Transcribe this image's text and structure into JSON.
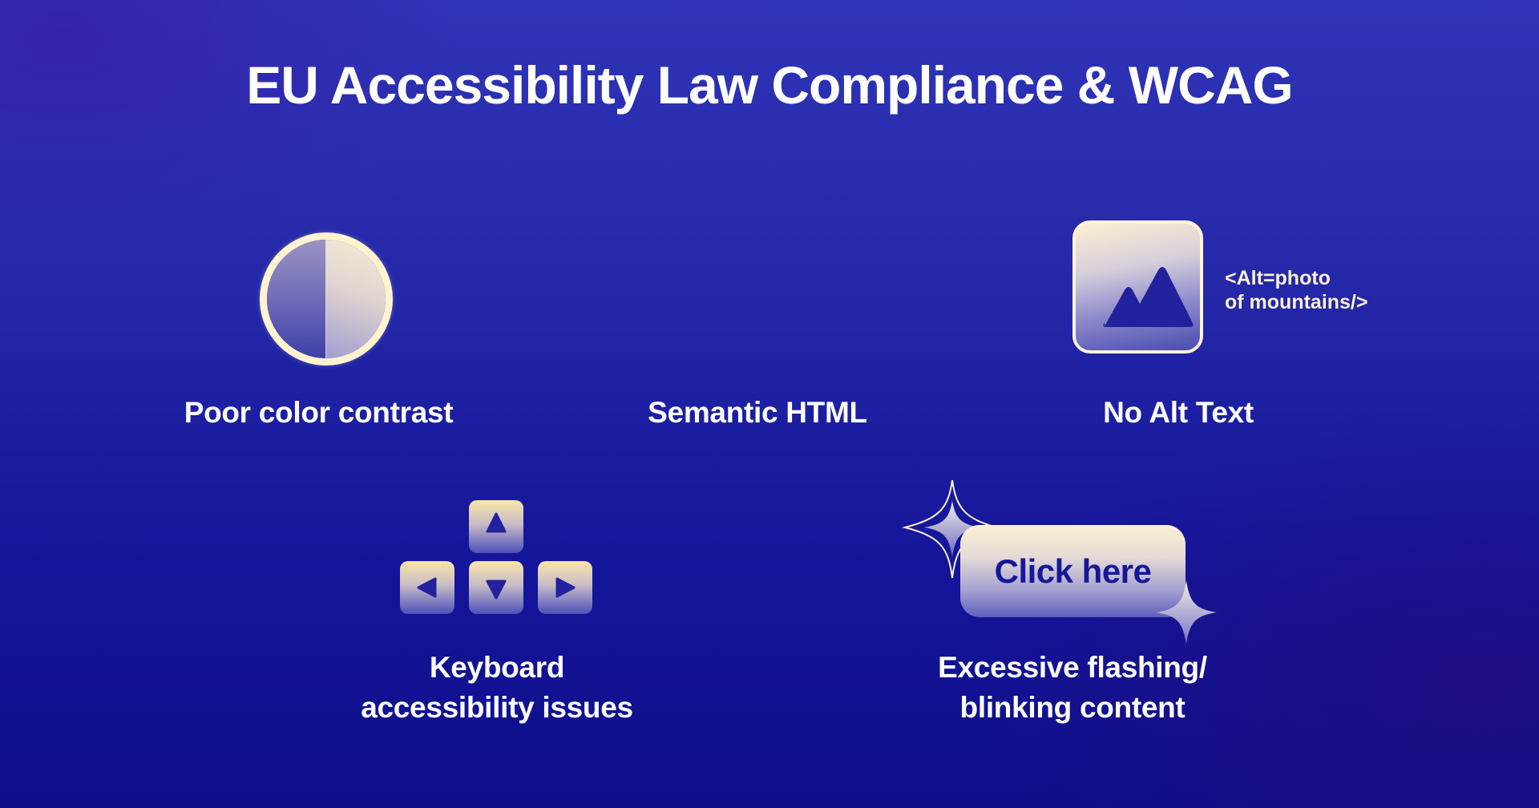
{
  "slide": {
    "title": "EU Accessibility Law Compliance & WCAG",
    "colors": {
      "background_top": "#2f34b8",
      "background_bottom": "#0f0f8a",
      "accent_cream": "#fbf0d2",
      "icon_navy": "#22229e",
      "text": "#ffffff"
    }
  },
  "items": [
    {
      "label": "Poor color contrast",
      "icon": "half-contrast-circle-icon"
    },
    {
      "label": "Semantic HTML",
      "icon": ""
    },
    {
      "label": "No Alt Text",
      "icon": "mountain-image-icon",
      "annotation_line1": "<Alt=photo",
      "annotation_line2": "of mountains/>"
    },
    {
      "label_line1": "Keyboard",
      "label_line2": "accessibility issues",
      "icon": "arrow-keys-icon",
      "keys": [
        "up",
        "left",
        "down",
        "right"
      ]
    },
    {
      "label_line1": "Excessive flashing/",
      "label_line2": "blinking content",
      "icon": "sparkle-button-icon",
      "button_text": "Click here"
    }
  ]
}
